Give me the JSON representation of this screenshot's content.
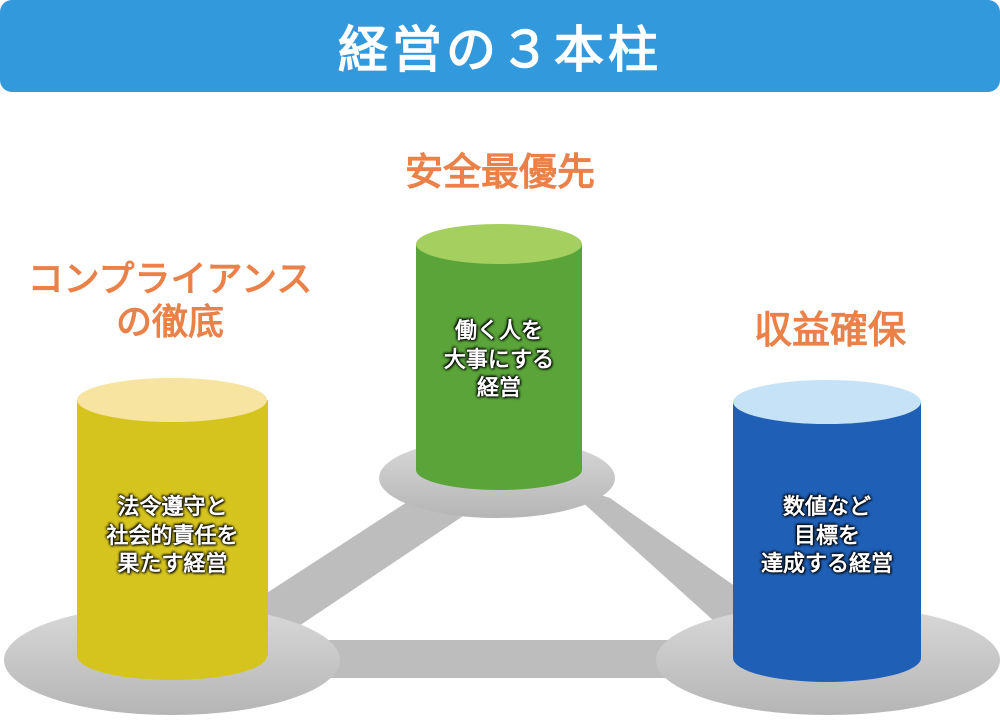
{
  "header": {
    "title": "経営の３本柱"
  },
  "pillars": {
    "center": {
      "label": "安全最優先",
      "lines": [
        "働く人を",
        "大事にする",
        "経営"
      ],
      "body_color": "#5aa43a",
      "top_color": "#a5d060"
    },
    "left": {
      "label_lines": [
        "コンプライアンス",
        "の徹底"
      ],
      "lines": [
        "法令遵守と",
        "社会的責任を",
        "果たす経営"
      ],
      "body_color": "#d6c41e",
      "top_color": "#f7e4a0"
    },
    "right": {
      "label": "収益確保",
      "lines": [
        "数値など",
        "目標を",
        "達成する経営"
      ],
      "body_color": "#1f5fb5",
      "top_color": "#c6e2f7"
    }
  },
  "colors": {
    "banner": "#3399dd",
    "label": "#ea8148",
    "base": "#c8c8c8"
  }
}
